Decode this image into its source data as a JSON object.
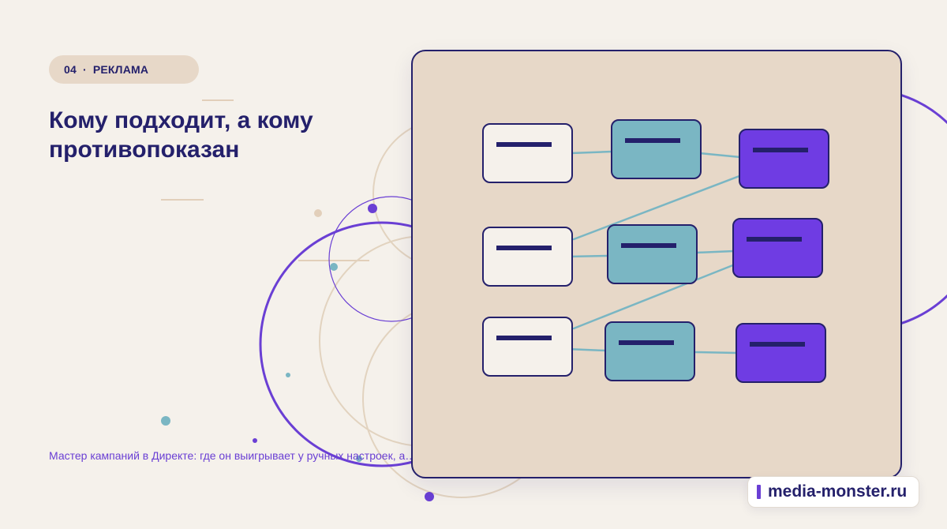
{
  "badge": {
    "number": "04",
    "separator": "·",
    "label": "РЕКЛАМА"
  },
  "title": "Кому подходит, а кому противопоказан",
  "caption": "Мастер кампаний в Директе: где он выигрывает у ручных настроек, а…",
  "brand": {
    "name": "media-monster.ru"
  },
  "colors": {
    "background": "#f5f1eb",
    "navy": "#24206b",
    "purple": "#6a3fd4",
    "teal": "#7ab6c3",
    "sand": "#e7d8c8"
  }
}
